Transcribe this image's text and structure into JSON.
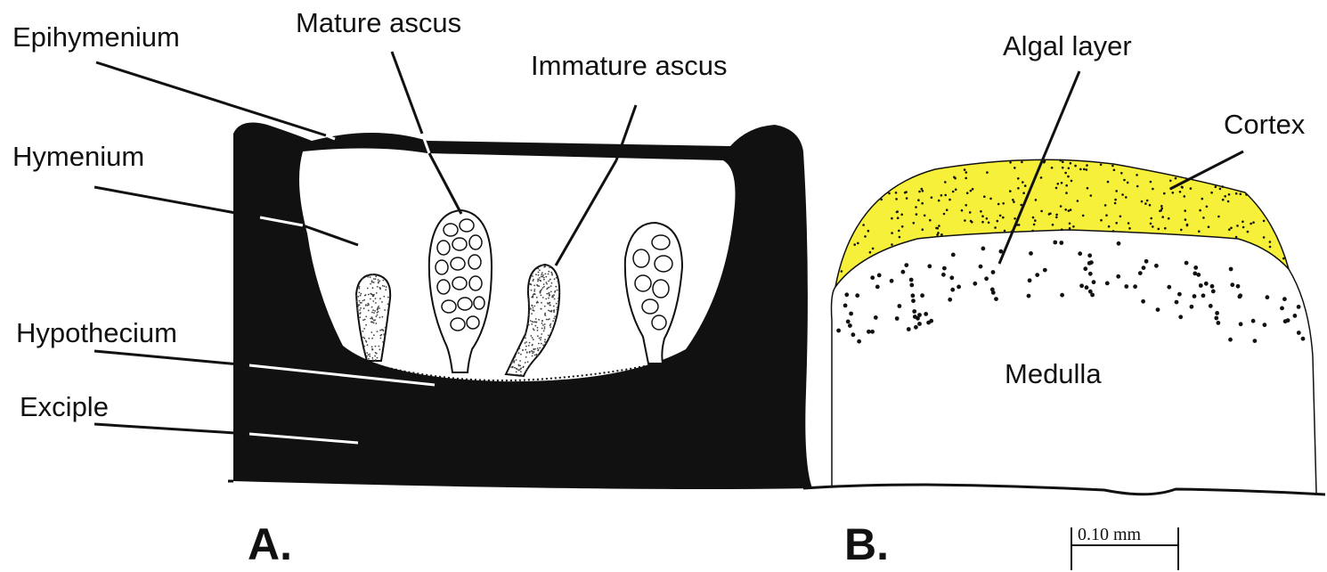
{
  "panels": {
    "a": {
      "letter": "A.",
      "labels": {
        "epihymenium": "Epihymenium",
        "hymenium": "Hymenium",
        "hypothecium": "Hypothecium",
        "exciple": "Exciple",
        "mature_ascus": "Mature ascus",
        "immature_ascus": "Immature ascus"
      }
    },
    "b": {
      "letter": "B.",
      "labels": {
        "algal_layer": "Algal layer",
        "cortex": "Cortex",
        "medulla": "Medulla"
      },
      "cortex_color": "#f7f03a"
    }
  },
  "scale_bar": {
    "label": "0.10 mm"
  },
  "colors": {
    "tissue": "#111111",
    "background": "#ffffff"
  }
}
